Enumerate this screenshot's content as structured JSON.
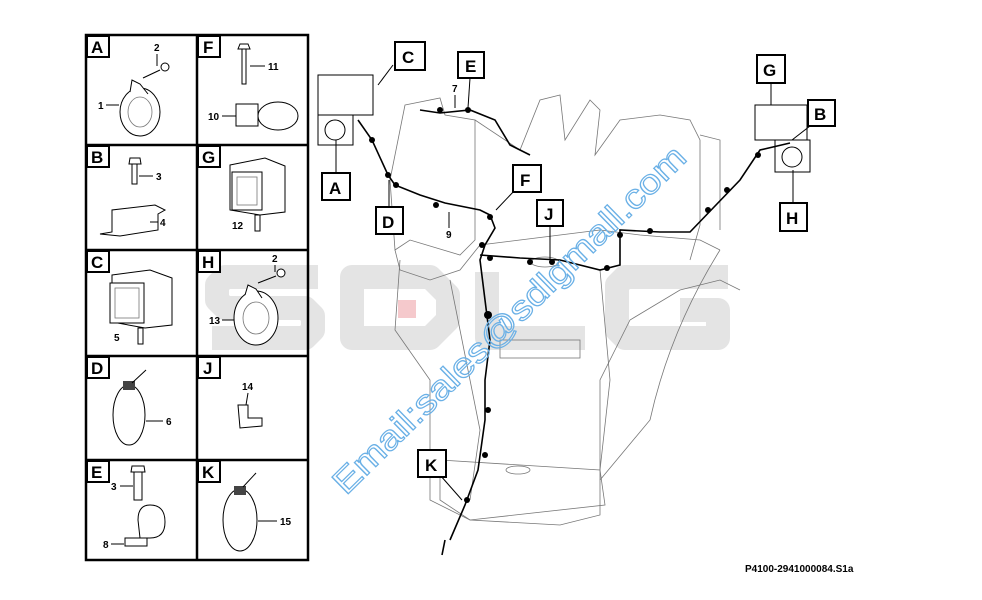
{
  "watermark": {
    "brand": "SDLG",
    "email": "Email:sales@sdlgmall.com"
  },
  "parts_table": [
    {
      "letter": "A",
      "numbers": [
        "2",
        "1"
      ]
    },
    {
      "letter": "F",
      "numbers": [
        "11",
        "10"
      ]
    },
    {
      "letter": "B",
      "numbers": [
        "3",
        "4"
      ]
    },
    {
      "letter": "G",
      "numbers": [
        "12"
      ]
    },
    {
      "letter": "C",
      "numbers": [
        "5"
      ]
    },
    {
      "letter": "H",
      "numbers": [
        "2",
        "13"
      ]
    },
    {
      "letter": "D",
      "numbers": [
        "6"
      ]
    },
    {
      "letter": "J",
      "numbers": [
        "14"
      ]
    },
    {
      "letter": "E",
      "numbers": [
        "3",
        "8"
      ]
    },
    {
      "letter": "K",
      "numbers": [
        "15"
      ]
    }
  ],
  "callouts": {
    "A": "A",
    "B": "B",
    "C": "C",
    "D": "D",
    "E": "E",
    "F": "F",
    "G": "G",
    "H": "H",
    "J": "J",
    "K": "K",
    "n7": "7",
    "n9": "9"
  },
  "footer": {
    "drawing_id": "P4100-2941000084.S1a"
  }
}
